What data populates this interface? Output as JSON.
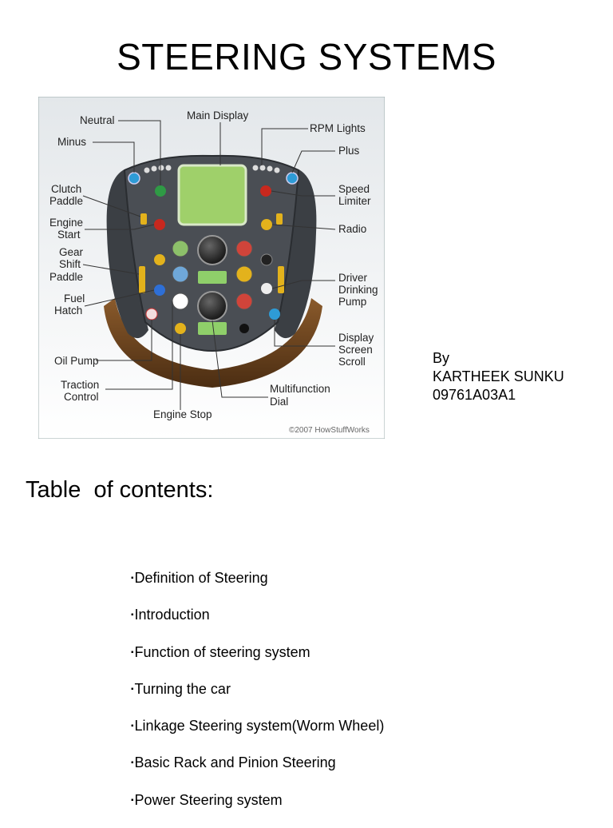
{
  "slide": {
    "title": "STEERING SYSTEMS"
  },
  "diagram": {
    "labels": {
      "neutral": "Neutral",
      "main_display": "Main Display",
      "rpm_lights": "RPM Lights",
      "minus": "Minus",
      "plus": "Plus",
      "clutch_paddle_1": "Clutch",
      "clutch_paddle_2": "Paddle",
      "speed_limiter_1": "Speed",
      "speed_limiter_2": "Limiter",
      "engine_start_1": "Engine",
      "engine_start_2": "Start",
      "radio": "Radio",
      "gear_shift_1": "Gear",
      "gear_shift_2": "Shift",
      "gear_shift_3": "Paddle",
      "driver_pump_1": "Driver",
      "driver_pump_2": "Drinking",
      "driver_pump_3": "Pump",
      "fuel_hatch_1": "Fuel",
      "fuel_hatch_2": "Hatch",
      "display_scroll_1": "Display",
      "display_scroll_2": "Screen",
      "display_scroll_3": "Scroll",
      "oil_pump": "Oil Pump",
      "traction_1": "Traction",
      "traction_2": "Control",
      "multifunction_1": "Multifunction",
      "multifunction_2": "Dial",
      "engine_stop": "Engine Stop"
    },
    "credit": "©2007 HowStuffWorks"
  },
  "author": {
    "by": "By",
    "name": "KARTHEEK SUNKU",
    "id": "09761A03A1"
  },
  "toc": {
    "heading": "Table  of contents:",
    "bullet": "▪",
    "items": [
      "Definition of Steering",
      "Introduction",
      "Function of steering system",
      "Turning the car",
      "Linkage Steering system(Worm Wheel)",
      "Basic Rack and Pinion Steering",
      "Power Steering system"
    ]
  },
  "colors": {
    "wheel_body": "#4a4e54",
    "wheel_grip": "#6b4420",
    "display": "#9fd06a",
    "background_top": "#e3e7ea",
    "background_bottom": "#ffffff"
  }
}
